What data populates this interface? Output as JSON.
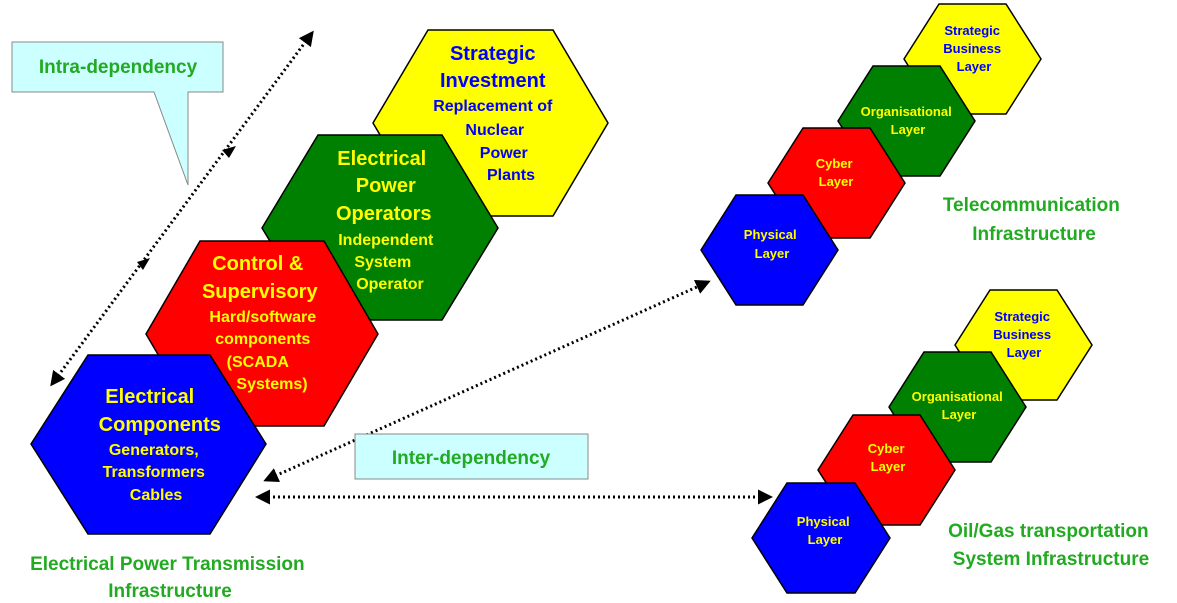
{
  "colors": {
    "blue": "#0000ff",
    "red": "#ff0000",
    "green": "#008000",
    "yellow": "#ffff00",
    "text_yellow": "#ffff00",
    "text_blue": "#0000ff",
    "caption_green": "#22aa22",
    "callout_fill": "#ccffff"
  },
  "callouts": {
    "intra": "Intra-dependency",
    "inter": "Inter-dependency"
  },
  "electrical": {
    "components": {
      "title": [
        "Electrical",
        "Components"
      ],
      "sub": [
        "Generators,",
        "Transformers",
        "Cables"
      ]
    },
    "control": {
      "title": [
        "Control &",
        "Supervisory"
      ],
      "sub": [
        "Hard/software",
        "components",
        "(SCADA",
        "Systems)"
      ]
    },
    "operators": {
      "title": [
        "Electrical",
        "Power",
        "Operators"
      ],
      "sub": [
        "Independent",
        "System",
        "Operator"
      ]
    },
    "strategic": {
      "title": [
        "Strategic",
        "Investment"
      ],
      "sub": [
        "Replacement of",
        "Nuclear",
        "Power",
        "Plants"
      ]
    },
    "caption": [
      "Electrical Power Transmission",
      "Infrastructure"
    ]
  },
  "telecom": {
    "physical": [
      "Physical",
      "Layer"
    ],
    "cyber": [
      "Cyber",
      "Layer"
    ],
    "organisational": [
      "Organisational",
      "Layer"
    ],
    "strategic": [
      "Strategic",
      "Business",
      "Layer"
    ],
    "caption": [
      "Telecommunication",
      "Infrastructure"
    ]
  },
  "oilgas": {
    "physical": [
      "Physical",
      "Layer"
    ],
    "cyber": [
      "Cyber",
      "Layer"
    ],
    "organisational": [
      "Organisational",
      "Layer"
    ],
    "strategic": [
      "Strategic",
      "Business",
      "Layer"
    ],
    "caption": [
      "Oil/Gas transportation",
      "System Infrastructure"
    ]
  }
}
